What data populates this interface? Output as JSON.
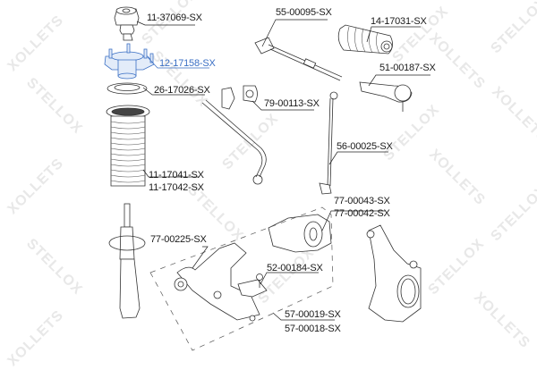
{
  "watermark": {
    "brand": "STELLOX",
    "brand_mirrored": "XOLLETS",
    "color": "#e8e8e8"
  },
  "highlight_color": "#3a6fc4",
  "parts": [
    {
      "id": "11-37069-SX",
      "component": "strut-bump-stop",
      "highlighted": false
    },
    {
      "id": "12-17158-SX",
      "component": "strut-top-mount",
      "highlighted": true
    },
    {
      "id": "26-17026-SX",
      "component": "strut-bearing",
      "highlighted": false
    },
    {
      "id": "11-17041-SX",
      "component": "strut-dust-boot",
      "highlighted": false
    },
    {
      "id": "11-17042-SX",
      "component": "strut-dust-boot",
      "highlighted": false
    },
    {
      "id": "55-00095-SX",
      "component": "inner-tie-rod",
      "highlighted": false
    },
    {
      "id": "14-17031-SX",
      "component": "steering-rack-boot",
      "highlighted": false
    },
    {
      "id": "51-00187-SX",
      "component": "outer-tie-rod-end",
      "highlighted": false
    },
    {
      "id": "79-00113-SX",
      "component": "stabilizer-bushing",
      "highlighted": false
    },
    {
      "id": "56-00025-SX",
      "component": "stabilizer-link",
      "highlighted": false
    },
    {
      "id": "77-00043-SX",
      "component": "control-arm-rear-bushing",
      "highlighted": false
    },
    {
      "id": "77-00042-SX",
      "component": "control-arm-rear-bushing",
      "highlighted": false
    },
    {
      "id": "77-00225-SX",
      "component": "control-arm-front-bushing",
      "highlighted": false
    },
    {
      "id": "52-00184-SX",
      "component": "ball-joint",
      "highlighted": false
    },
    {
      "id": "57-00019-SX",
      "component": "lower-control-arm",
      "highlighted": false
    },
    {
      "id": "57-00018-SX",
      "component": "lower-control-arm",
      "highlighted": false
    }
  ],
  "labels": {
    "bump_stop": "11-37069-SX",
    "top_mount": "12-17158-SX",
    "bearing": "26-17026-SX",
    "boot_1": "11-17041-SX",
    "boot_2": "11-17042-SX",
    "inner_tie_rod": "55-00095-SX",
    "rack_boot": "14-17031-SX",
    "tie_rod_end": "51-00187-SX",
    "stab_bushing": "79-00113-SX",
    "stab_link": "56-00025-SX",
    "arm_bushing_1": "77-00043-SX",
    "arm_bushing_2": "77-00042-SX",
    "arm_front_bushing": "77-00225-SX",
    "ball_joint": "52-00184-SX",
    "control_arm_1": "57-00019-SX",
    "control_arm_2": "57-00018-SX"
  }
}
